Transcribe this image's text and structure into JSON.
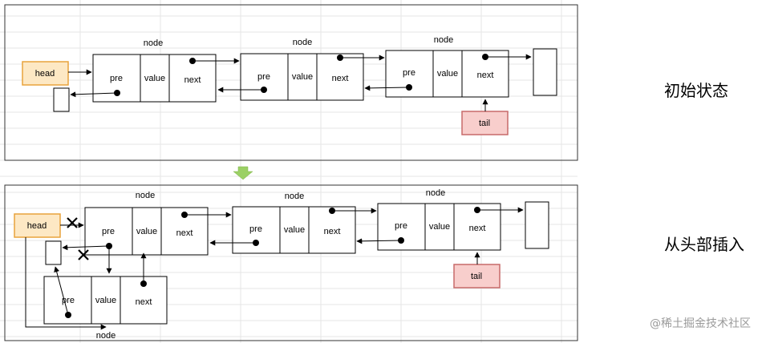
{
  "panel_top": {
    "caption": "初始状态",
    "head_label": "head",
    "tail_label": "tail",
    "nodes": [
      {
        "title": "node",
        "fields": [
          "pre",
          "value",
          "next"
        ]
      },
      {
        "title": "node",
        "fields": [
          "pre",
          "value",
          "next"
        ]
      },
      {
        "title": "node",
        "fields": [
          "pre",
          "value",
          "next"
        ]
      }
    ]
  },
  "panel_bottom": {
    "caption": "从头部插入",
    "head_label": "head",
    "tail_label": "tail",
    "nodes": [
      {
        "title": "node",
        "fields": [
          "pre",
          "value",
          "next"
        ]
      },
      {
        "title": "node",
        "fields": [
          "pre",
          "value",
          "next"
        ]
      },
      {
        "title": "node",
        "fields": [
          "pre",
          "value",
          "next"
        ]
      }
    ],
    "new_node": {
      "title": "node",
      "fields": [
        "pre",
        "value",
        "next"
      ]
    }
  },
  "watermark": "@稀土掘金技术社区",
  "colors": {
    "head_fill": "#fde8c4",
    "head_stroke": "#e8a33c",
    "tail_fill": "#f8cecc",
    "tail_stroke": "#c76a6a",
    "down_arrow": "#9bd065"
  },
  "icons": {
    "cut_mark": "x-mark-icon",
    "transition": "down-arrow-icon"
  }
}
